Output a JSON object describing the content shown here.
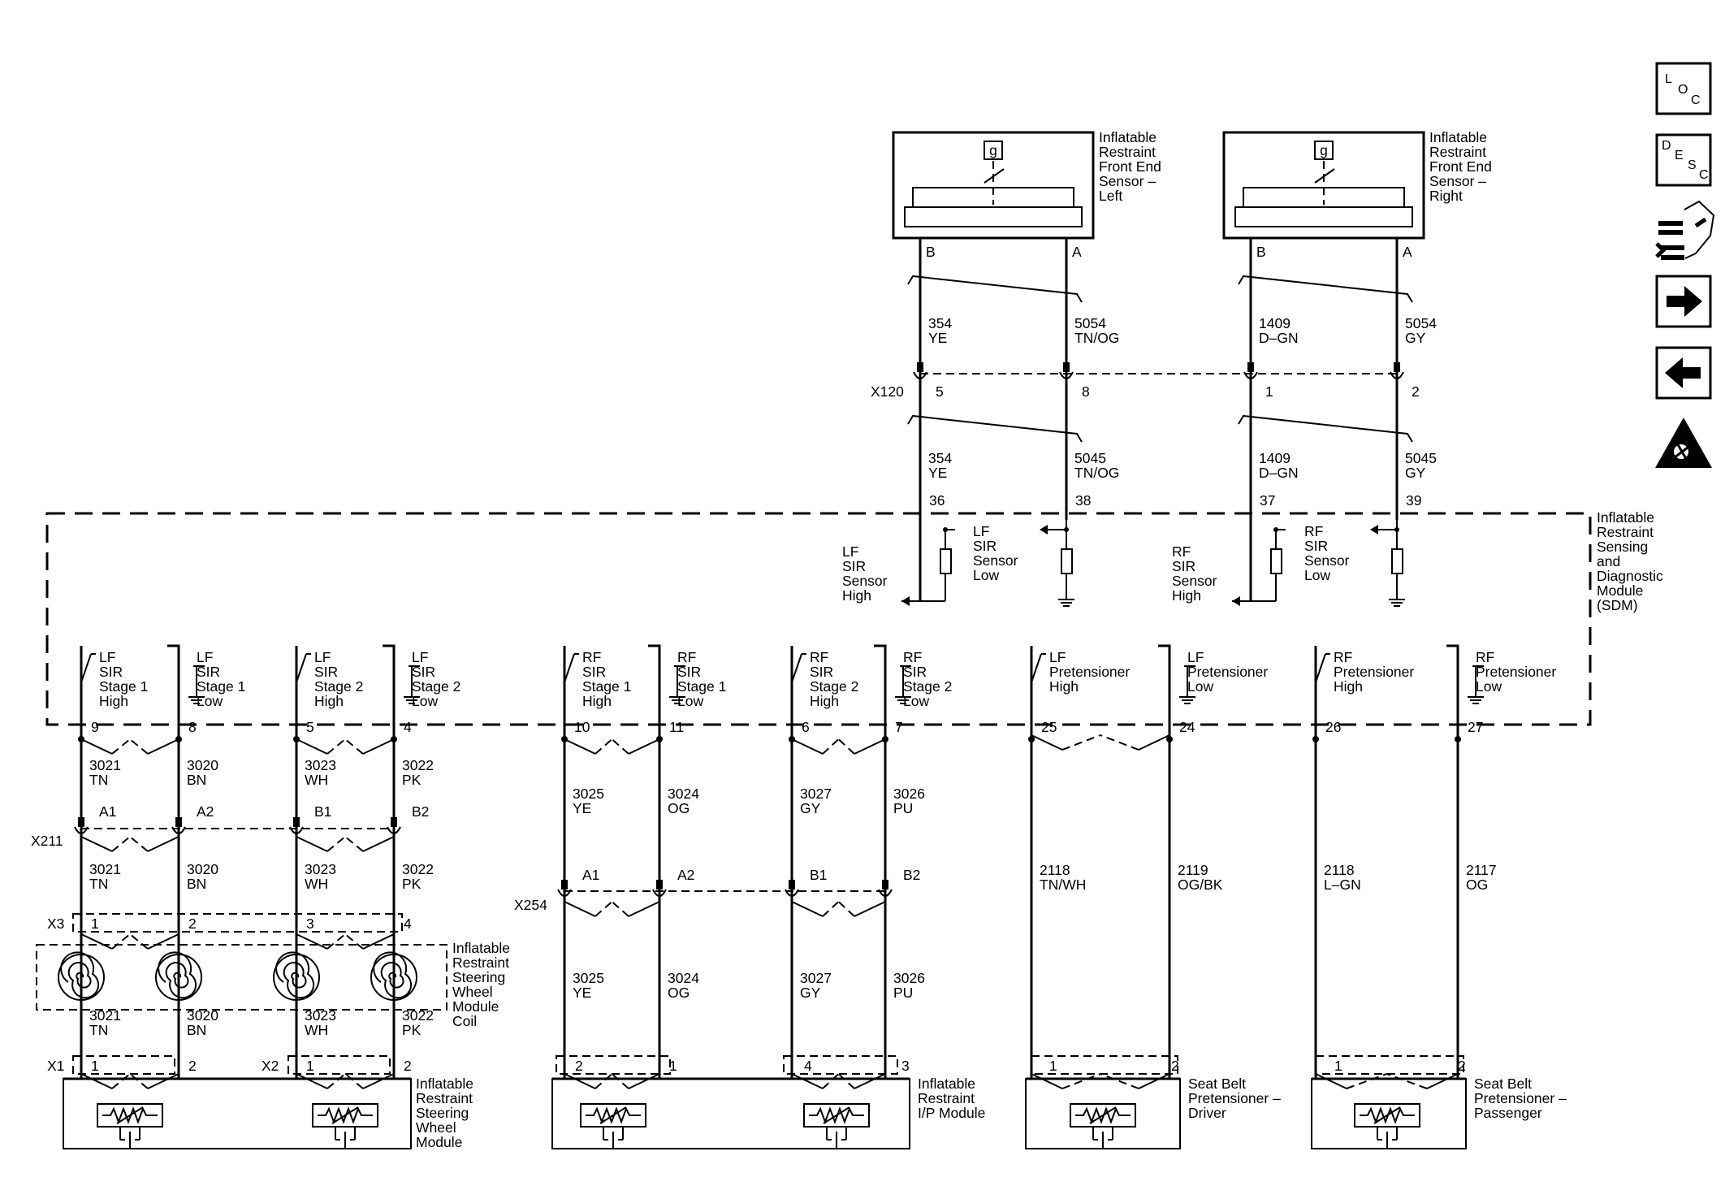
{
  "components": {
    "fes_left": {
      "lines": [
        "Inflatable",
        "Restraint",
        "Front End",
        "Sensor –",
        "Left"
      ],
      "pin_b": "B",
      "pin_a": "A",
      "ground_glyph": "g"
    },
    "fes_right": {
      "lines": [
        "Inflatable",
        "Restraint",
        "Front End",
        "Sensor –",
        "Right"
      ],
      "pin_b": "B",
      "pin_a": "A",
      "ground_glyph": "g"
    },
    "sdm": {
      "lines": [
        "Inflatable",
        "Restraint",
        "Sensing",
        "and",
        "Diagnostic",
        "Module",
        "(SDM)"
      ]
    },
    "swm_coil": {
      "lines": [
        "Inflatable",
        "Restraint",
        "Steering",
        "Wheel",
        "Module",
        "Coil"
      ]
    },
    "swm": {
      "lines": [
        "Inflatable",
        "Restraint",
        "Steering",
        "Wheel",
        "Module"
      ]
    },
    "ip_module": {
      "lines": [
        "Inflatable",
        "Restraint",
        "I/P Module"
      ]
    },
    "pret_driver": {
      "lines": [
        "Seat Belt",
        "Pretensioner –",
        "Driver"
      ]
    },
    "pret_pass": {
      "lines": [
        "Seat Belt",
        "Pretensioner –",
        "Passenger"
      ]
    }
  },
  "connectors": {
    "x120": {
      "name": "X120",
      "pins": [
        "5",
        "8",
        "1",
        "2"
      ]
    },
    "x211": {
      "name": "X211",
      "pins": [
        "A1",
        "A2",
        "B1",
        "B2"
      ]
    },
    "x254": {
      "name": "X254",
      "pins": [
        "A1",
        "A2",
        "B1",
        "B2"
      ]
    },
    "x3": {
      "name": "X3",
      "pins": [
        "1",
        "2",
        "3",
        "4"
      ]
    },
    "x1": {
      "name": "X1",
      "pins": [
        "1",
        "2"
      ]
    },
    "x2": {
      "name": "X2",
      "pins": [
        "1",
        "2"
      ]
    },
    "ip": {
      "pins": [
        "2",
        "1",
        "4",
        "3"
      ]
    },
    "pret_d": {
      "pins": [
        "1",
        "2"
      ]
    },
    "pret_p": {
      "pins": [
        "1",
        "2"
      ]
    }
  },
  "wires_top": {
    "upper": [
      {
        "circuit": "354",
        "color": "YE"
      },
      {
        "circuit": "5054",
        "color": "TN/OG"
      },
      {
        "circuit": "1409",
        "color": "D–GN"
      },
      {
        "circuit": "5054",
        "color": "GY"
      }
    ],
    "lower": [
      {
        "circuit": "354",
        "color": "YE"
      },
      {
        "circuit": "5045",
        "color": "TN/OG"
      },
      {
        "circuit": "1409",
        "color": "D–GN"
      },
      {
        "circuit": "5045",
        "color": "GY"
      }
    ],
    "sdm_pins": [
      "36",
      "38",
      "37",
      "39"
    ]
  },
  "sensor_labels": {
    "lf_high": [
      "LF",
      "SIR",
      "Sensor",
      "High"
    ],
    "lf_low": [
      "LF",
      "SIR",
      "Sensor",
      "Low"
    ],
    "rf_high": [
      "RF",
      "SIR",
      "Sensor",
      "High"
    ],
    "rf_low": [
      "RF",
      "SIR",
      "Sensor",
      "Low"
    ]
  },
  "stages": [
    {
      "lines": [
        "LF",
        "SIR",
        "Stage 1",
        "High"
      ],
      "pin": "9"
    },
    {
      "lines": [
        "LF",
        "SIR",
        "Stage 1",
        "Low"
      ],
      "pin": "8"
    },
    {
      "lines": [
        "LF",
        "SIR",
        "Stage 2",
        "High"
      ],
      "pin": "5"
    },
    {
      "lines": [
        "LF",
        "SIR",
        "Stage 2",
        "Low"
      ],
      "pin": "4"
    },
    {
      "lines": [
        "RF",
        "SIR",
        "Stage 1",
        "High"
      ],
      "pin": "10"
    },
    {
      "lines": [
        "RF",
        "SIR",
        "Stage 1",
        "Low"
      ],
      "pin": "11"
    },
    {
      "lines": [
        "RF",
        "SIR",
        "Stage 2",
        "High"
      ],
      "pin": "6"
    },
    {
      "lines": [
        "RF",
        "SIR",
        "Stage 2",
        "Low"
      ],
      "pin": "7"
    },
    {
      "lines": [
        "LF",
        "Pretensioner",
        "High"
      ],
      "pin": "25"
    },
    {
      "lines": [
        "LF",
        "Pretensioner",
        "Low"
      ],
      "pin": "24"
    },
    {
      "lines": [
        "RF",
        "Pretensioner",
        "High"
      ],
      "pin": "26"
    },
    {
      "lines": [
        "RF",
        "Pretensioner",
        "Low"
      ],
      "pin": "27"
    }
  ],
  "wires_lf": {
    "a": [
      {
        "circuit": "3021",
        "color": "TN"
      },
      {
        "circuit": "3020",
        "color": "BN"
      },
      {
        "circuit": "3023",
        "color": "WH"
      },
      {
        "circuit": "3022",
        "color": "PK"
      }
    ],
    "b": [
      {
        "circuit": "3021",
        "color": "TN"
      },
      {
        "circuit": "3020",
        "color": "BN"
      },
      {
        "circuit": "3023",
        "color": "WH"
      },
      {
        "circuit": "3022",
        "color": "PK"
      }
    ],
    "c": [
      {
        "circuit": "3021",
        "color": "TN"
      },
      {
        "circuit": "3020",
        "color": "BN"
      },
      {
        "circuit": "3023",
        "color": "WH"
      },
      {
        "circuit": "3022",
        "color": "PK"
      }
    ]
  },
  "wires_rf": {
    "a": [
      {
        "circuit": "3025",
        "color": "YE"
      },
      {
        "circuit": "3024",
        "color": "OG"
      },
      {
        "circuit": "3027",
        "color": "GY"
      },
      {
        "circuit": "3026",
        "color": "PU"
      }
    ],
    "b": [
      {
        "circuit": "3025",
        "color": "YE"
      },
      {
        "circuit": "3024",
        "color": "OG"
      },
      {
        "circuit": "3027",
        "color": "GY"
      },
      {
        "circuit": "3026",
        "color": "PU"
      }
    ]
  },
  "wires_pret": [
    {
      "circuit": "2118",
      "color": "TN/WH"
    },
    {
      "circuit": "2119",
      "color": "OG/BK"
    },
    {
      "circuit": "2118",
      "color": "L–GN"
    },
    {
      "circuit": "2117",
      "color": "OG"
    }
  ],
  "nav": {
    "loc": [
      "L",
      "O",
      "C"
    ],
    "desc": [
      "D",
      "E",
      "S",
      "C"
    ]
  }
}
